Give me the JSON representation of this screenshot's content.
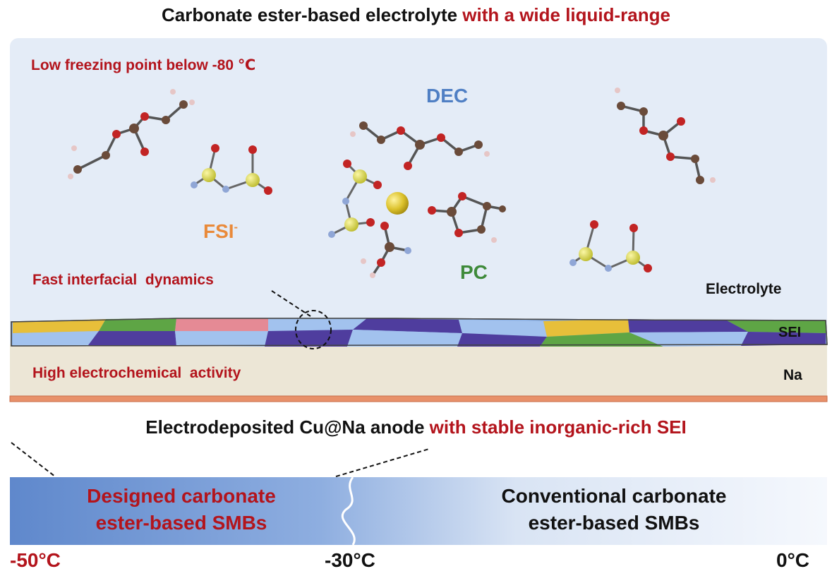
{
  "top_title": {
    "part1": "Carbonate ester-based electrolyte ",
    "part2": "with a wide liquid-range"
  },
  "panel": {
    "low_freezing": "Low freezing point below -80 ℃",
    "dec": "DEC",
    "fsi": "FSI",
    "fsi_sup": "-",
    "pc": "PC",
    "fast_interfacial": "Fast interfacial  dynamics",
    "electrolyte": "Electrolyte",
    "sei": "SEI",
    "na": "Na",
    "high_activity": "High electrochemical  activity"
  },
  "anode_title": {
    "part1": "Electrodeposited Cu@Na anode ",
    "part2": "with stable inorganic-rich SEI"
  },
  "bar": {
    "designed_line1": "Designed carbonate",
    "designed_line2": "ester-based SMBs",
    "conventional_line1": "Conventional carbonate",
    "conventional_line2": "ester-based SMBs"
  },
  "temps": {
    "t1": "-50°C",
    "t2": "-30°C",
    "t3": "0°C"
  },
  "colors": {
    "accent_red": "#b3141c",
    "dec_blue": "#4f7fc4",
    "fsi_orange": "#e98a3a",
    "pc_green": "#3e8a3a",
    "panel_bg": "#e4ecf7",
    "na_bg": "#ece6d6"
  }
}
